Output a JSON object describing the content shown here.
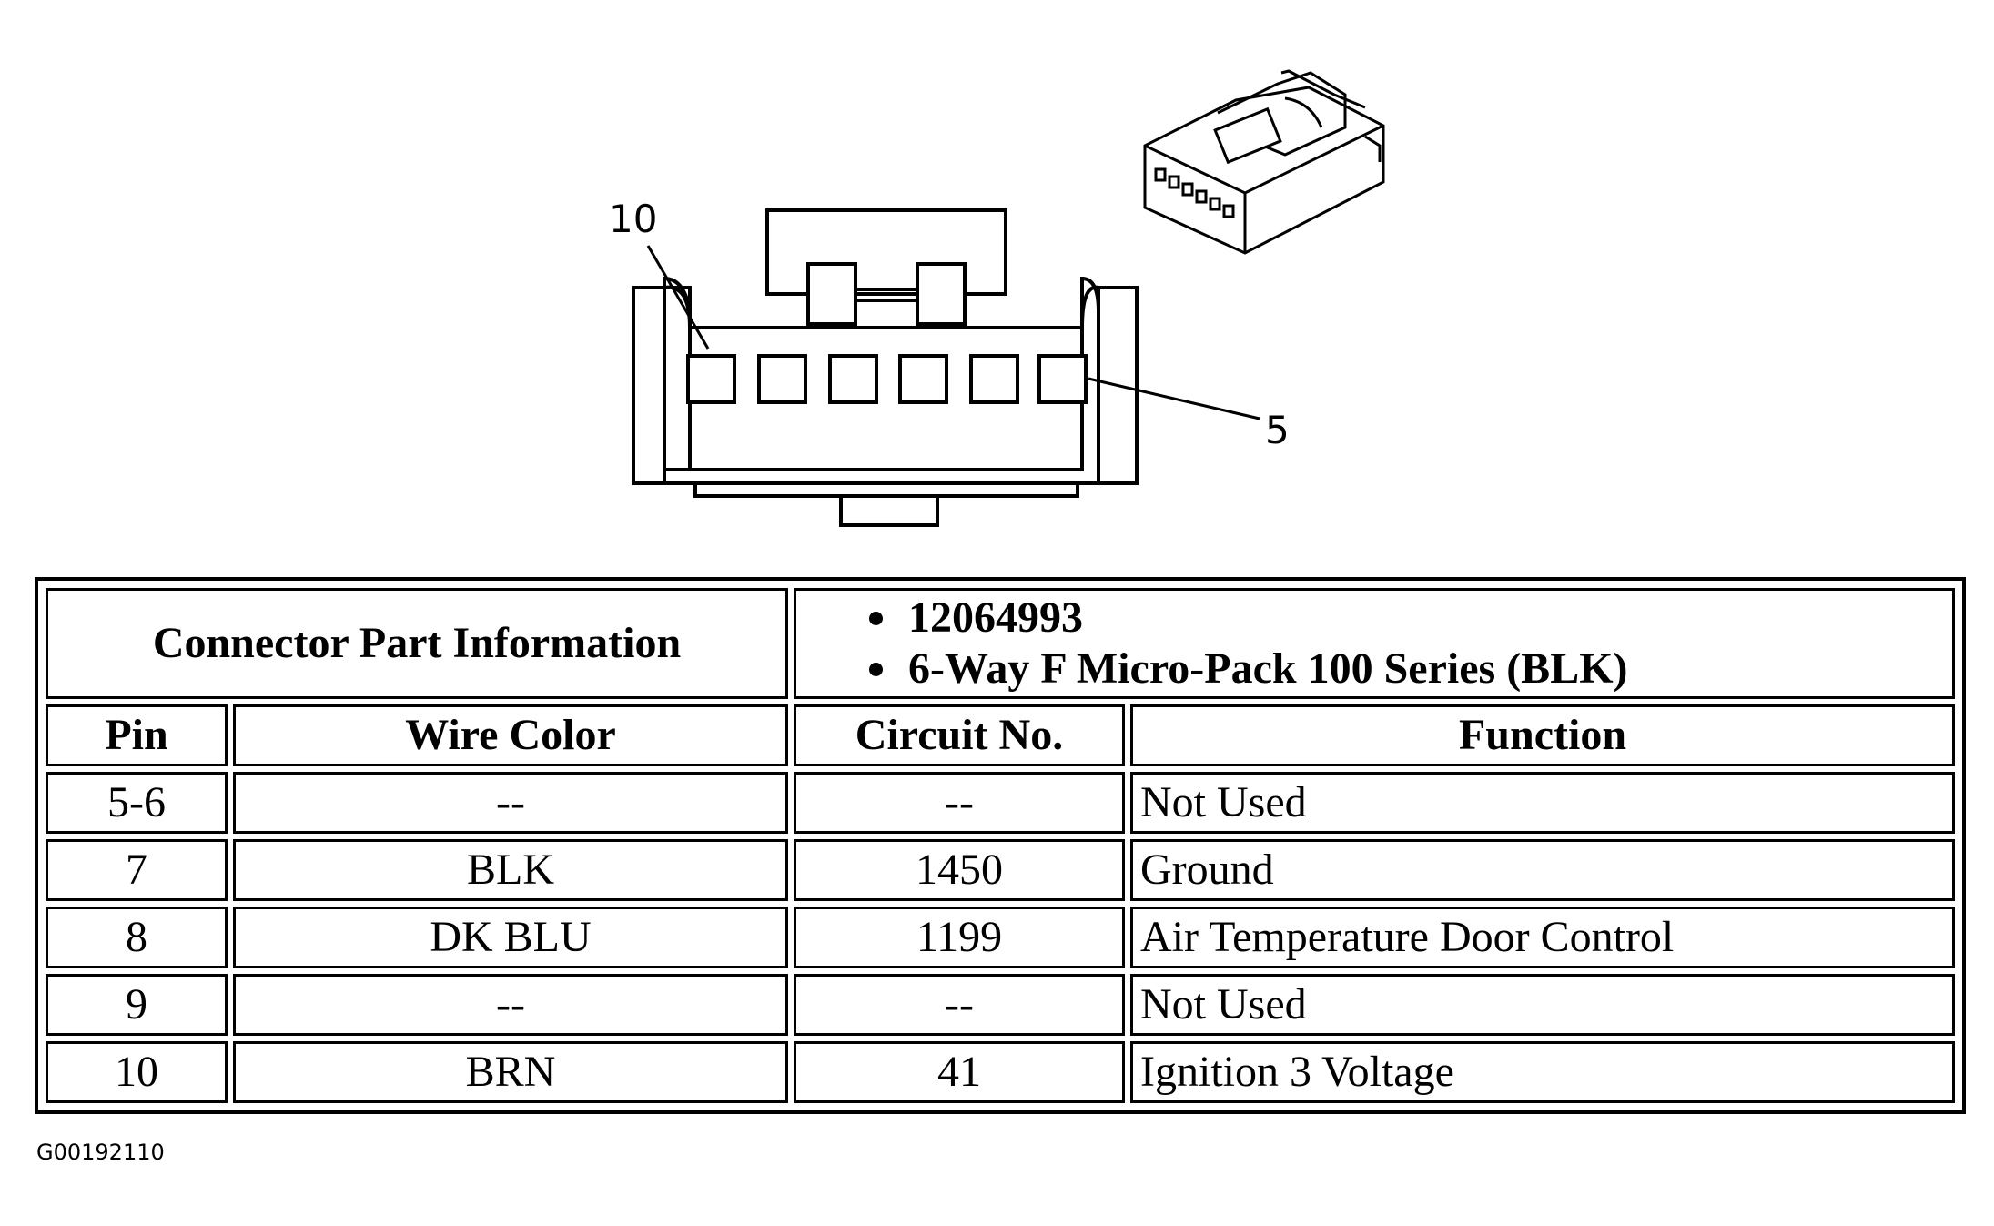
{
  "diagram": {
    "pin_label_top": "10",
    "pin_label_right": "5"
  },
  "table": {
    "header_left": "Connector Part Information",
    "part_info": [
      "12064993",
      "6-Way F Micro-Pack 100 Series (BLK)"
    ],
    "columns": [
      "Pin",
      "Wire Color",
      "Circuit No.",
      "Function"
    ],
    "rows": [
      {
        "pin": "5-6",
        "wire_color": "--",
        "circuit": "--",
        "function": "Not Used"
      },
      {
        "pin": "7",
        "wire_color": "BLK",
        "circuit": "1450",
        "function": "Ground"
      },
      {
        "pin": "8",
        "wire_color": "DK BLU",
        "circuit": "1199",
        "function": "Air Temperature Door Control"
      },
      {
        "pin": "9",
        "wire_color": "--",
        "circuit": "--",
        "function": "Not Used"
      },
      {
        "pin": "10",
        "wire_color": "BRN",
        "circuit": "41",
        "function": "Ignition 3 Voltage"
      }
    ]
  },
  "figure_id": "G00192110"
}
